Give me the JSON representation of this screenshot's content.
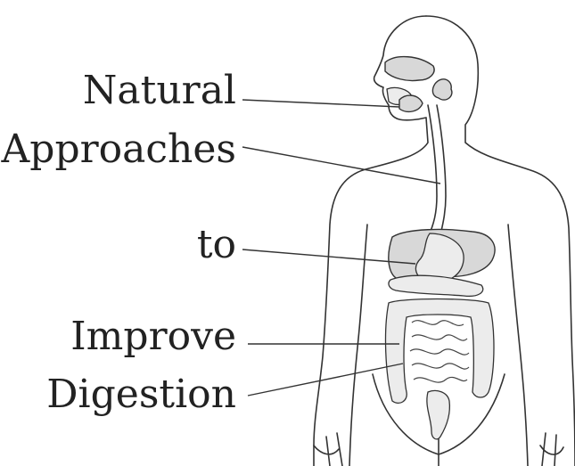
{
  "labels": {
    "line1": "Natural",
    "line2": "Approaches",
    "line3": "to",
    "line4": "Improve",
    "line5": "Digestion"
  },
  "colors": {
    "ink": "#222222",
    "organ_fill": "#d8d8d8",
    "background": "#ffffff"
  }
}
